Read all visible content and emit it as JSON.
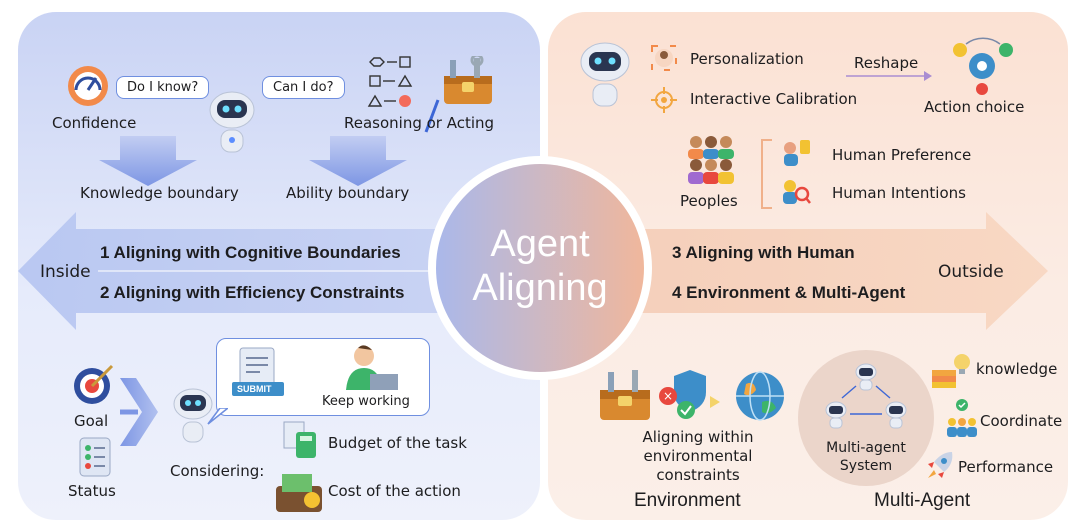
{
  "center": {
    "line1": "Agent",
    "line2": "Aligning"
  },
  "arrow": {
    "left_label": "Inside",
    "right_label": "Outside"
  },
  "sections": {
    "s1": "1 Aligning with Cognitive Boundaries",
    "s2": "2 Aligning with Efficiency Constraints",
    "s3": "3 Aligning with Human",
    "s4": "4 Environment & Multi-Agent"
  },
  "cognitive": {
    "confidence": "Confidence",
    "bubble_know": "Do I know?",
    "bubble_can": "Can I do?",
    "reasoning": "Reasoning or Acting",
    "knowledge_boundary": "Knowledge boundary",
    "ability_boundary": "Ability boundary"
  },
  "efficiency": {
    "goal": "Goal",
    "status": "Status",
    "submit": "SUBMIT",
    "keep_working": "Keep working",
    "considering": "Considering:",
    "budget": "Budget of the task",
    "cost": "Cost of the action"
  },
  "human": {
    "personalization": "Personalization",
    "calibration": "Interactive Calibration",
    "reshape": "Reshape",
    "action_choice": "Action choice",
    "peoples": "Peoples",
    "preference": "Human Preference",
    "intentions": "Human Intentions"
  },
  "environment": {
    "desc1": "Aligning within",
    "desc2": "environmental",
    "desc3": "constraints",
    "title": "Environment"
  },
  "multiagent": {
    "system1": "Multi-agent",
    "system2": "System",
    "knowledge": "knowledge",
    "coordinate": "Coordinate",
    "performance": "Performance",
    "title": "Multi-Agent"
  },
  "colors": {
    "blue_accent": "#6f8fe0",
    "orange_accent": "#f0a070"
  }
}
